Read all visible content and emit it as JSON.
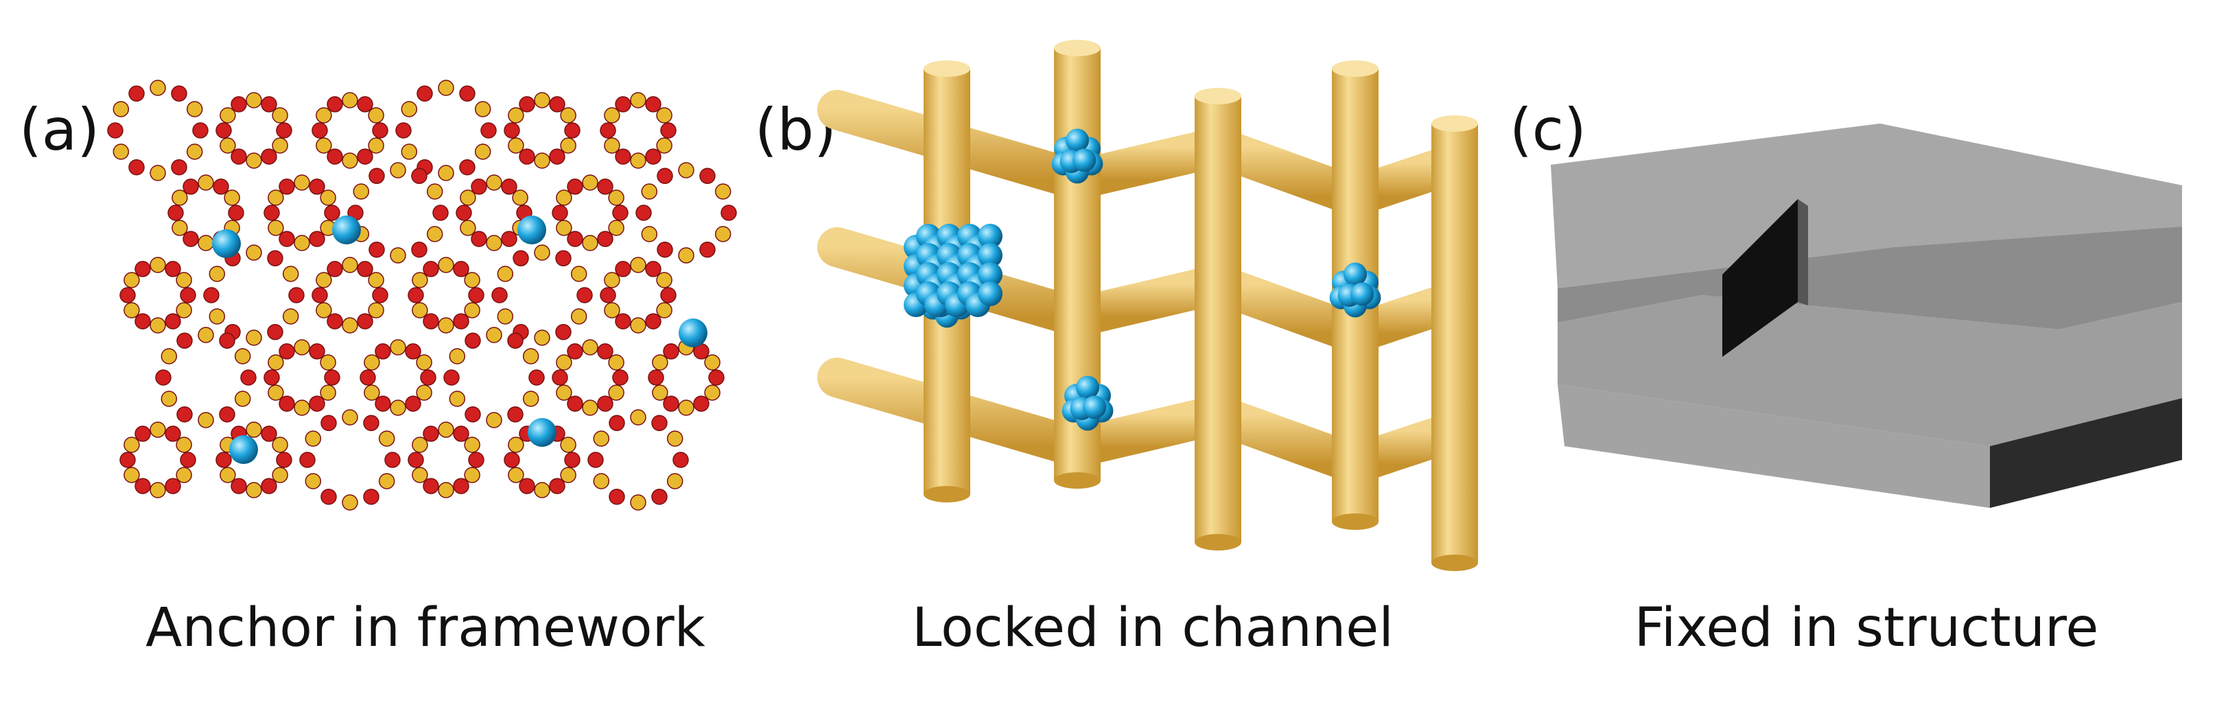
{
  "panels": [
    {
      "letter": "(a)",
      "caption": "Anchor in framework"
    },
    {
      "letter": "(b)",
      "caption": "Locked in channel"
    },
    {
      "letter": "(c)",
      "caption": "Fixed in structure"
    }
  ],
  "colors": {
    "framework_red": "#d21f1f",
    "framework_yellow": "#e8b92e",
    "rod_gold": "#e9c46a",
    "atom_blue": "#1ea6df",
    "block_gray": "#9a9a9a",
    "block_dark": "#2a2a2a"
  }
}
